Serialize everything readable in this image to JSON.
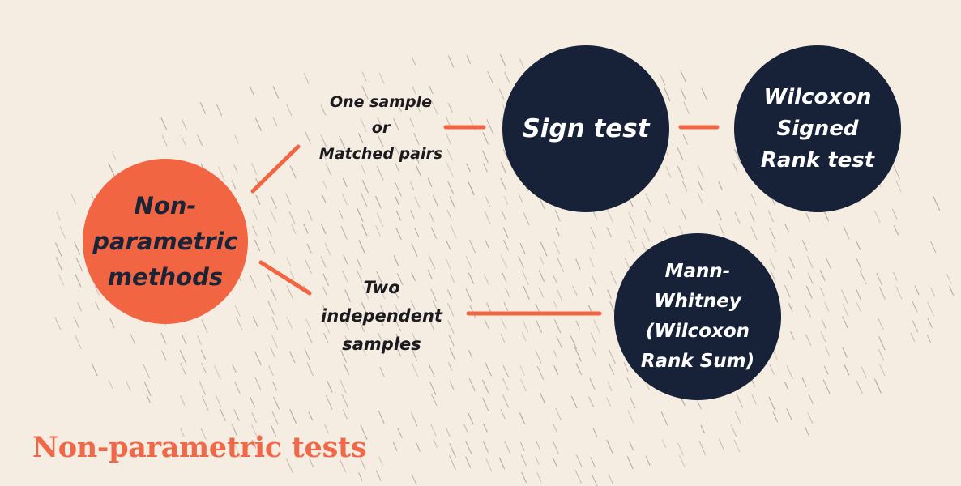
{
  "title": "Non-parametric tests",
  "nodes": {
    "root": "Non-\nparametric\nmethods",
    "sign_test": "Sign test",
    "wilcoxon_signed_rank": "Wilcoxon\nSigned\nRank test",
    "mann_whitney": "Mann-\nWhitney\n(Wilcoxon\nRank Sum)"
  },
  "branches": {
    "one_sample": "One sample\nor\nMatched pairs",
    "two_independent": "Two\nindependent\nsamples"
  },
  "colors": {
    "background": "#f6ede2",
    "accent": "#f26543",
    "navy": "#172238",
    "hatch": "#8d8a85"
  }
}
